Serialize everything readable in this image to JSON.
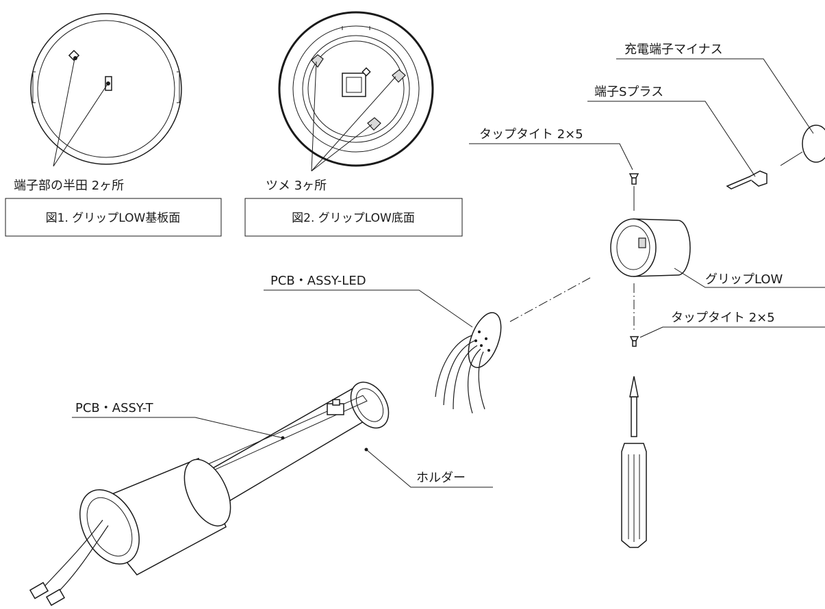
{
  "figure1": {
    "callout": "端子部の半田 2ヶ所",
    "caption": "図1. グリップLOW基板面"
  },
  "figure2": {
    "callout": "ツメ 3ヶ所",
    "caption": "図2. グリップLOW底面"
  },
  "labels": {
    "charge_terminal_minus": "充電端子マイナス",
    "terminal_s_plus": "端子Sプラス",
    "tap_tight_top": "タップタイト 2×5",
    "grip_low": "グリップLOW",
    "tap_tight_bottom": "タップタイト 2×5",
    "pcb_assy_led": "PCB・ASSY-LED",
    "pcb_assy_t": "PCB・ASSY-T",
    "holder": "ホルダー"
  }
}
